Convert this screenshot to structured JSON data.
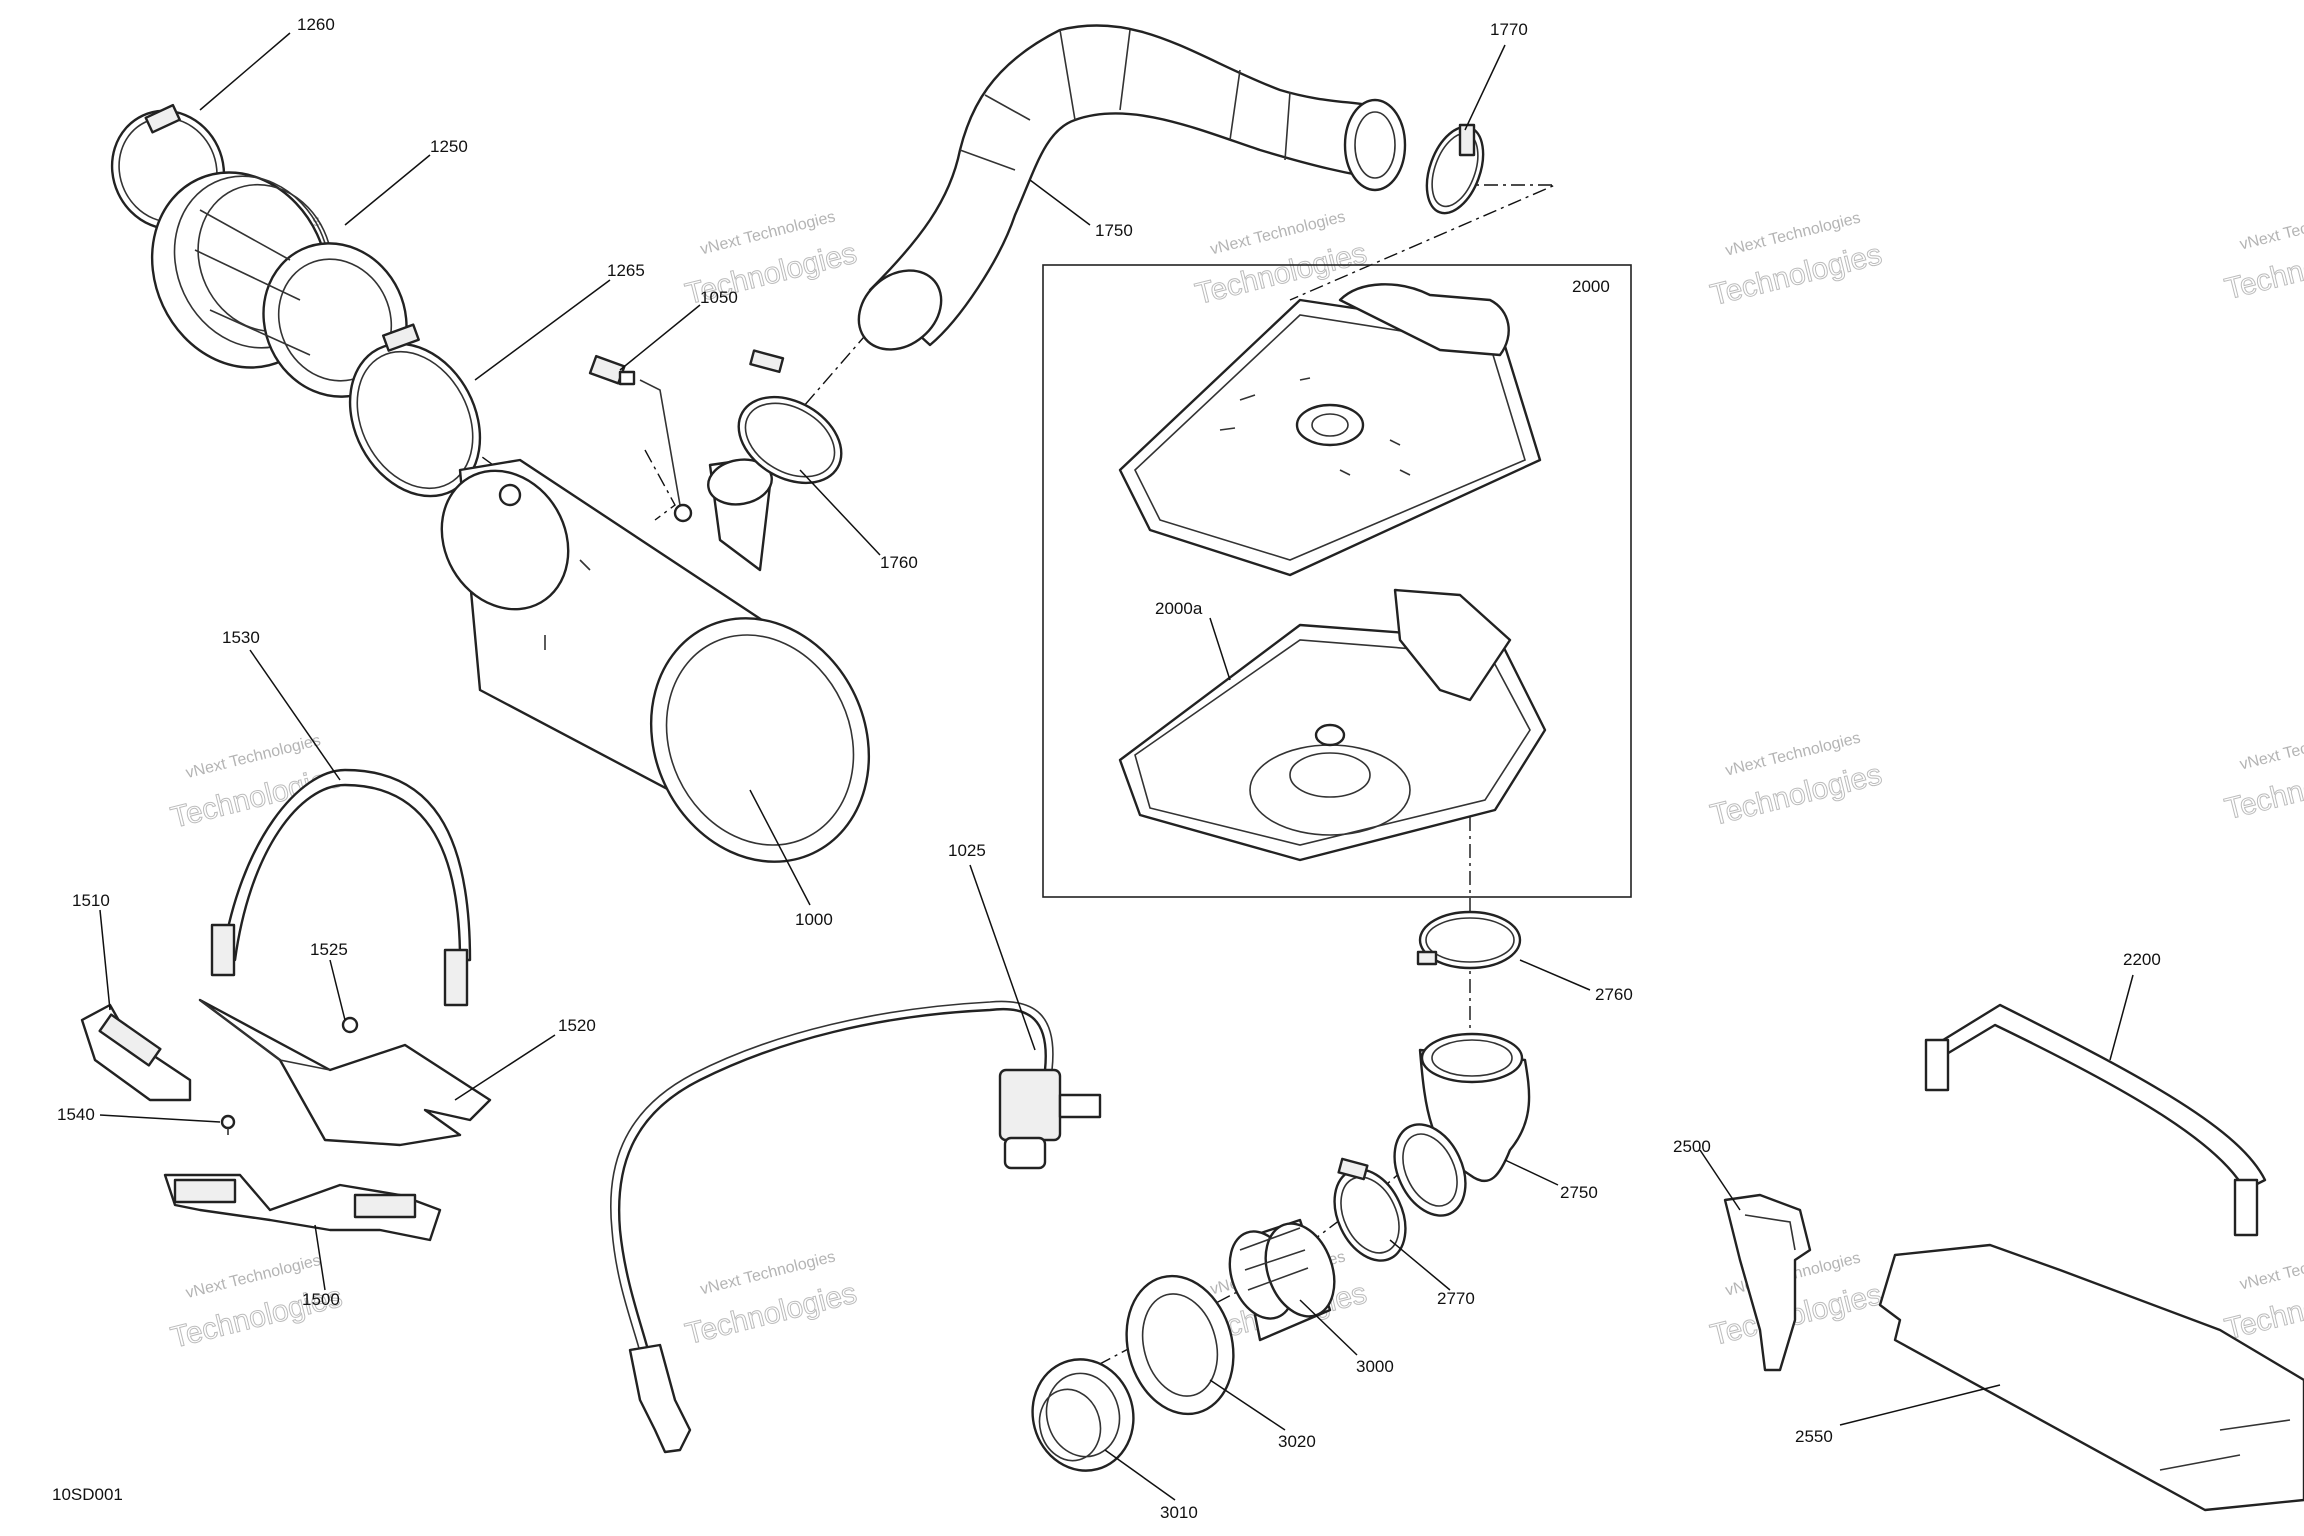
{
  "document_id": "10SD001",
  "watermark": {
    "line1": "vNext Technologies",
    "line2": "Technologies"
  },
  "callouts": {
    "c1260": "1260",
    "c1250": "1250",
    "c1265": "1265",
    "c1050": "1050",
    "c1750": "1750",
    "c1770": "1770",
    "c1760": "1760",
    "c2000": "2000",
    "c2000a": "2000a",
    "c1530": "1530",
    "c1510": "1510",
    "c1525": "1525",
    "c1520": "1520",
    "c1540": "1540",
    "c1500": "1500",
    "c1000": "1000",
    "c1025": "1025",
    "c2760": "2760",
    "c2750": "2750",
    "c2770": "2770",
    "c3000": "3000",
    "c3020": "3020",
    "c3010": "3010",
    "c2200": "2200",
    "c2500": "2500",
    "c2550": "2550"
  }
}
